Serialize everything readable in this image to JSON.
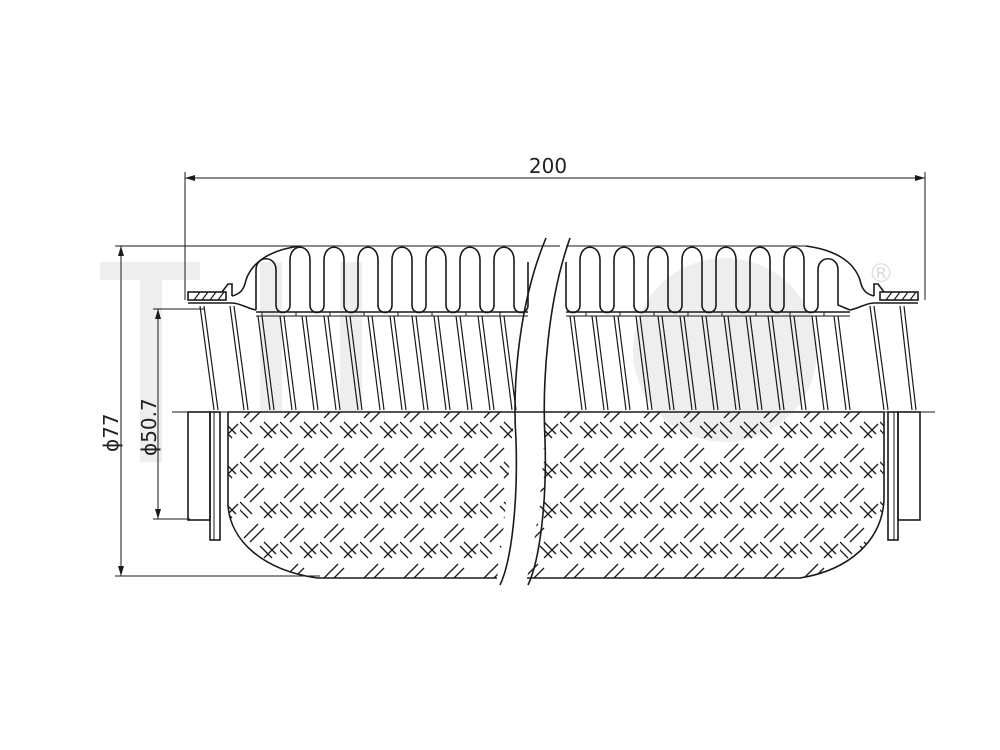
{
  "drawing": {
    "subject": "Flexible exhaust pipe (interlock inner liner with braided outer cover)",
    "dimensions": {
      "length_label": "200",
      "outer_diameter_label": "ϕ77",
      "inner_diameter_label": "ϕ50.7"
    },
    "trademark_symbol": "®",
    "colors": {
      "line": "#1a1a1a",
      "watermark": "#eeeeee",
      "background": "#ffffff"
    }
  }
}
